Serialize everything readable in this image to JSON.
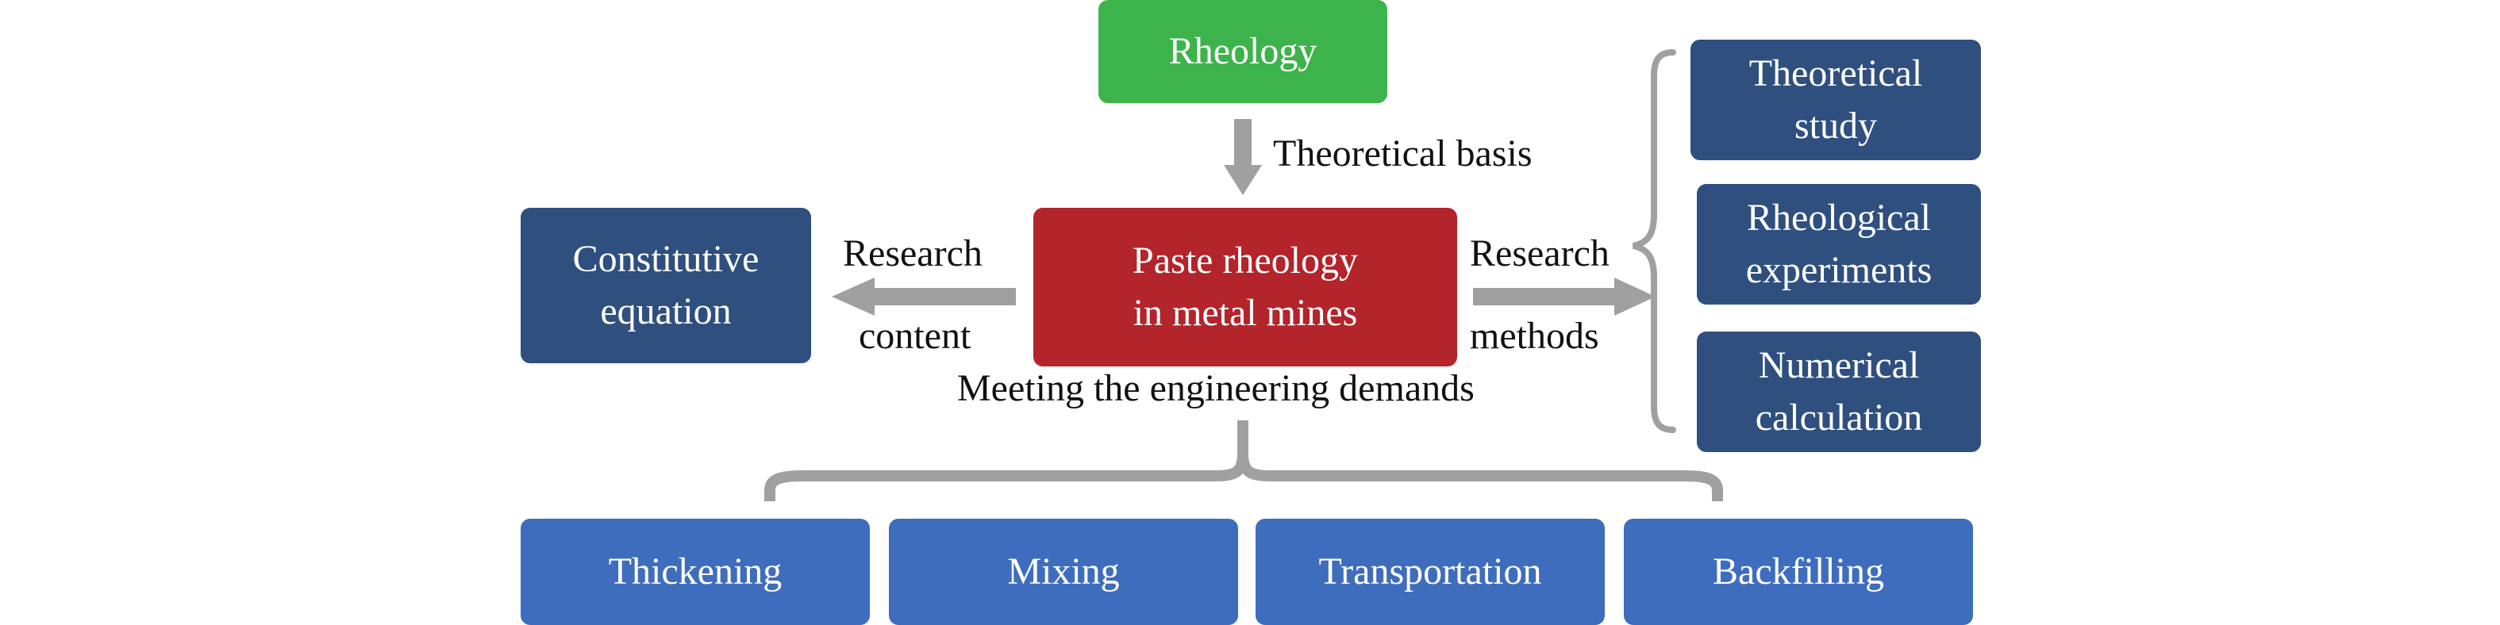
{
  "nodes": {
    "rheology": "Rheology",
    "center": [
      "Paste rheology",
      "in metal mines"
    ],
    "constitutive": [
      "Constitutive",
      "equation"
    ],
    "theoretical_study": [
      "Theoretical",
      "study"
    ],
    "rheological_experiments": [
      "Rheological",
      "experiments"
    ],
    "numerical_calculation": [
      "Numerical",
      "calculation"
    ],
    "thickening": "Thickening",
    "mixing": "Mixing",
    "transportation": "Transportation",
    "backfilling": "Backfilling"
  },
  "labels": {
    "theoretical_basis": "Theoretical basis",
    "research_content": [
      "Research",
      "content"
    ],
    "research_methods": [
      "Research",
      "methods"
    ],
    "engineering_demands": "Meeting the engineering demands"
  },
  "colors": {
    "rheology_box": "#3cb44b",
    "center_box": "#b3242b",
    "side_boxes": "#2f4f7f",
    "bottom_boxes": "#3f6dbd",
    "arrows_and_braces": "#a0a0a0"
  }
}
